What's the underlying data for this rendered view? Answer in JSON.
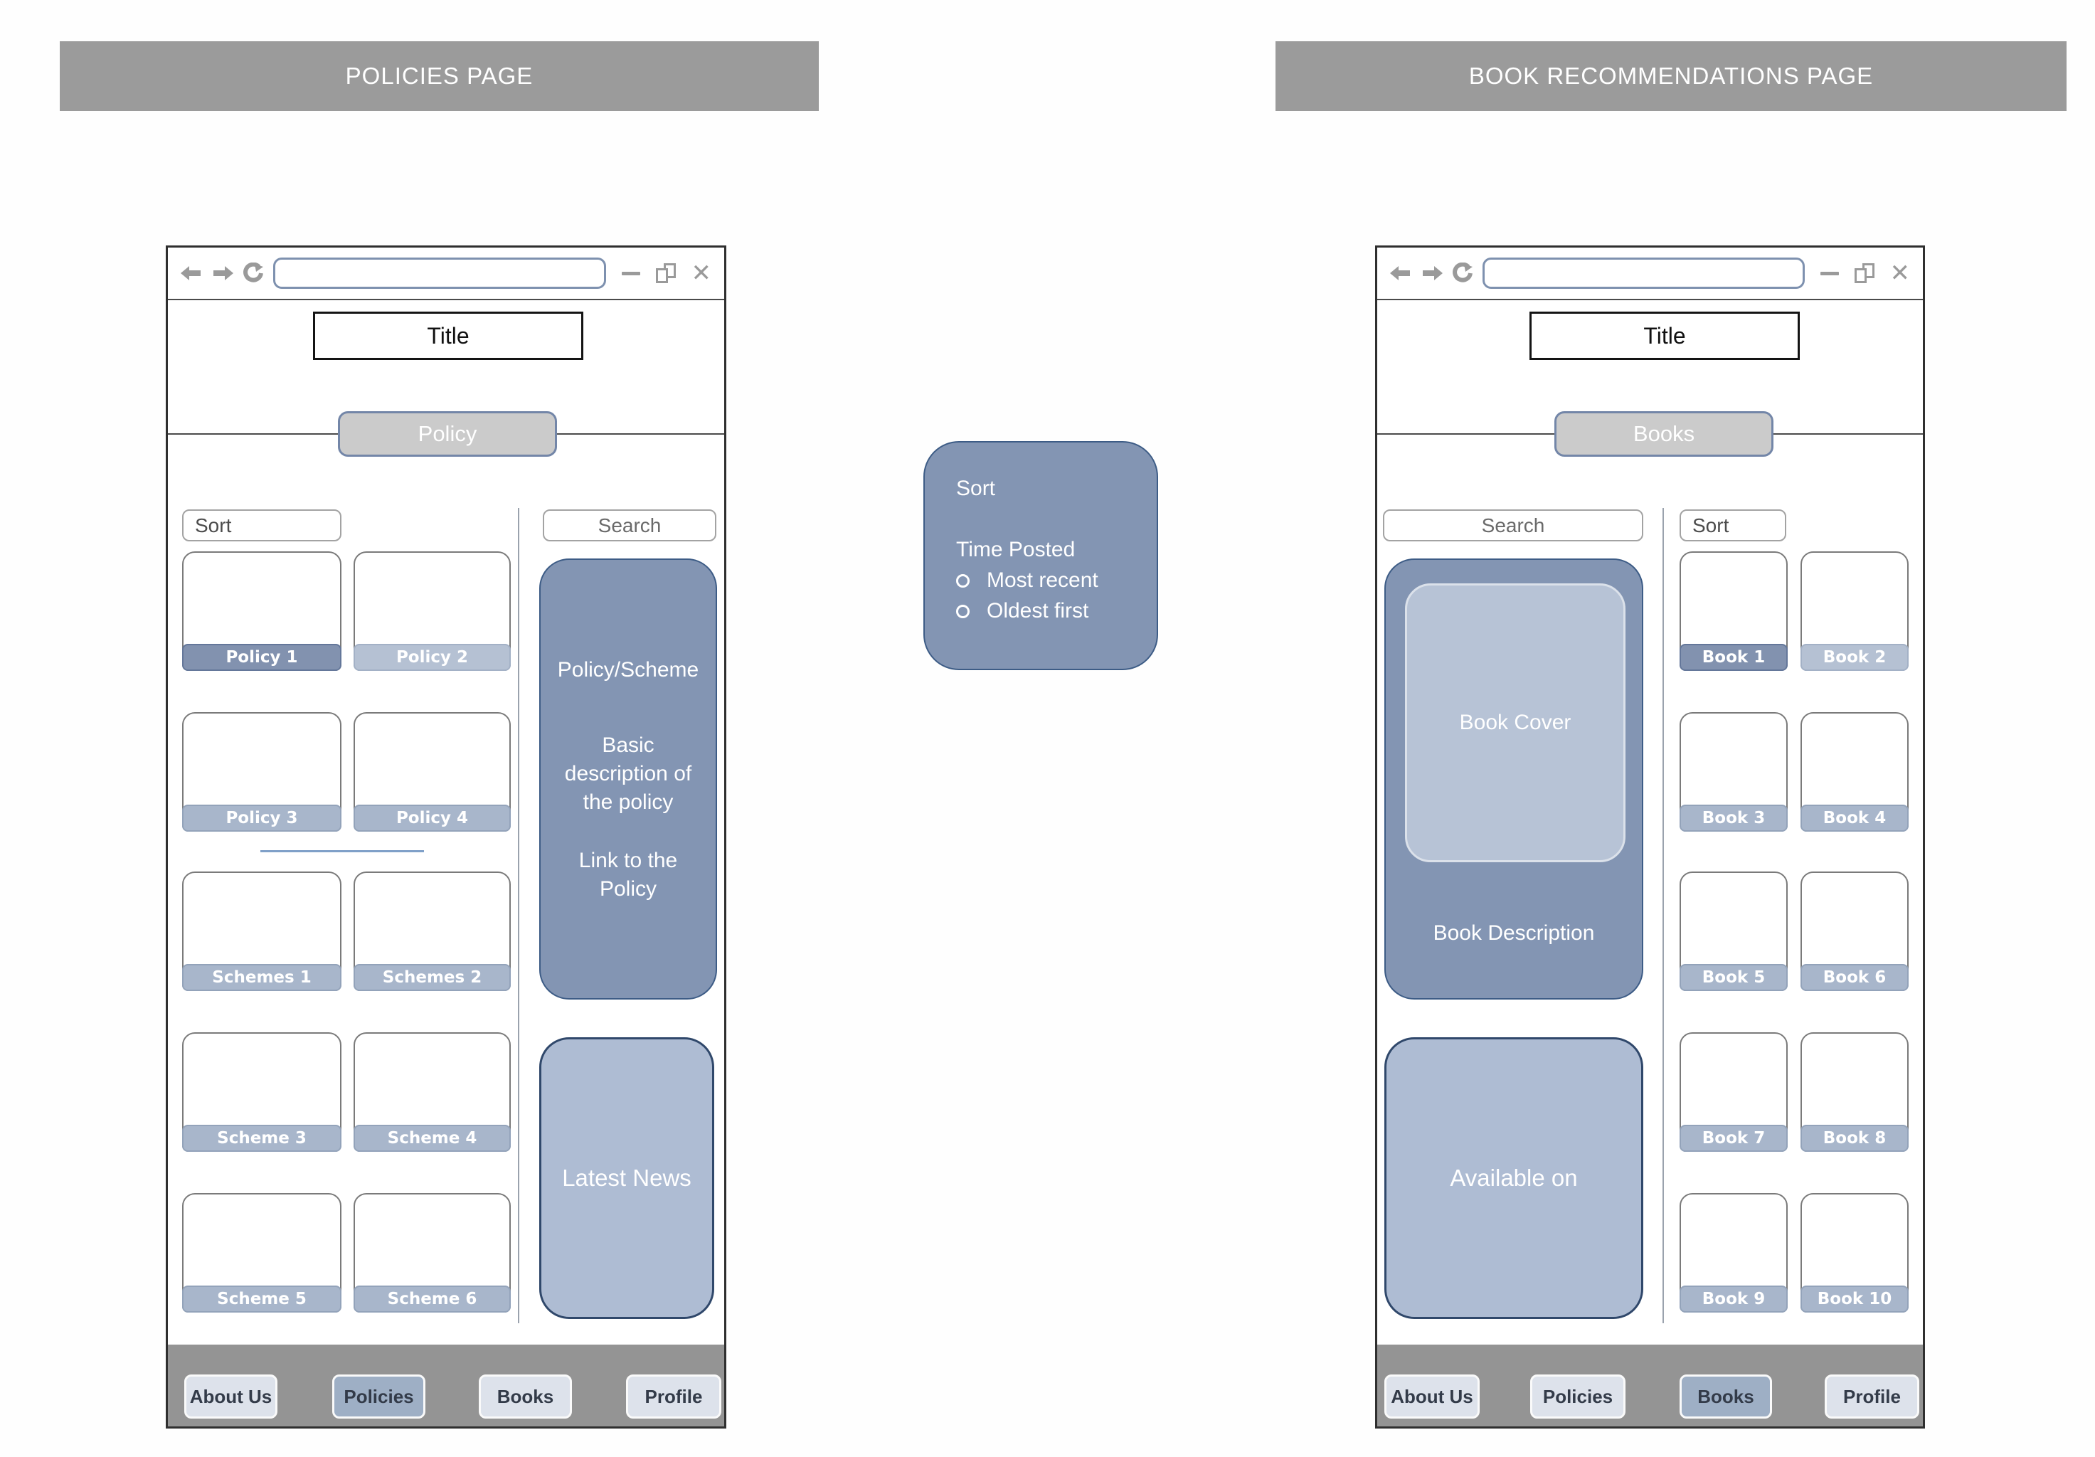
{
  "headers": {
    "left": "POLICIES PAGE",
    "right": "BOOK RECOMMENDATIONS PAGE"
  },
  "colors": {
    "header_bar": "#9b9b9b",
    "nav_bar": "#949494",
    "panel_dark": "#8395b3",
    "panel_light": "#aebcd3",
    "strip_regular": "#a8b6cb",
    "strip_dark": "#8292af",
    "strip_light": "#b5c1d3",
    "tab_button": "#cbcbcb",
    "nav_button": "#dde2eb",
    "nav_button_selected": "#9eafc5",
    "url_border": "#7e91af"
  },
  "policies_window": {
    "title": "Title",
    "tab_label": "Policy",
    "sort_placeholder": "Sort",
    "search_placeholder": "Search",
    "cards": [
      {
        "label": "Policy 1"
      },
      {
        "label": "Policy 2"
      },
      {
        "label": "Policy 3"
      },
      {
        "label": "Policy 4"
      },
      {
        "label": "Schemes 1"
      },
      {
        "label": "Schemes 2"
      },
      {
        "label": "Scheme 3"
      },
      {
        "label": "Scheme 4"
      },
      {
        "label": "Scheme 5"
      },
      {
        "label": "Scheme 6"
      }
    ],
    "detail_panel": {
      "line1": "Policy/Scheme",
      "line2": "Basic description of the policy",
      "line3": "Link to the Policy"
    },
    "news_panel_label": "Latest News",
    "nav": [
      {
        "label": "About Us",
        "selected": false
      },
      {
        "label": "Policies",
        "selected": true
      },
      {
        "label": "Books",
        "selected": false
      },
      {
        "label": "Profile",
        "selected": false
      }
    ]
  },
  "sort_popup": {
    "title": "Sort",
    "group_label": "Time Posted",
    "options": [
      "Most recent",
      "Oldest first"
    ]
  },
  "books_window": {
    "title": "Title",
    "tab_label": "Books",
    "search_placeholder": "Search",
    "sort_placeholder": "Sort",
    "detail_panel": {
      "cover_label": "Book Cover",
      "description_label": "Book Description"
    },
    "available_panel_label": "Available on",
    "cards": [
      {
        "label": "Book 1"
      },
      {
        "label": "Book 2"
      },
      {
        "label": "Book 3"
      },
      {
        "label": "Book 4"
      },
      {
        "label": "Book 5"
      },
      {
        "label": "Book 6"
      },
      {
        "label": "Book 7"
      },
      {
        "label": "Book 8"
      },
      {
        "label": "Book 9"
      },
      {
        "label": "Book 10"
      }
    ],
    "nav": [
      {
        "label": "About Us",
        "selected": false
      },
      {
        "label": "Policies",
        "selected": false
      },
      {
        "label": "Books",
        "selected": true
      },
      {
        "label": "Profile",
        "selected": false
      }
    ]
  }
}
